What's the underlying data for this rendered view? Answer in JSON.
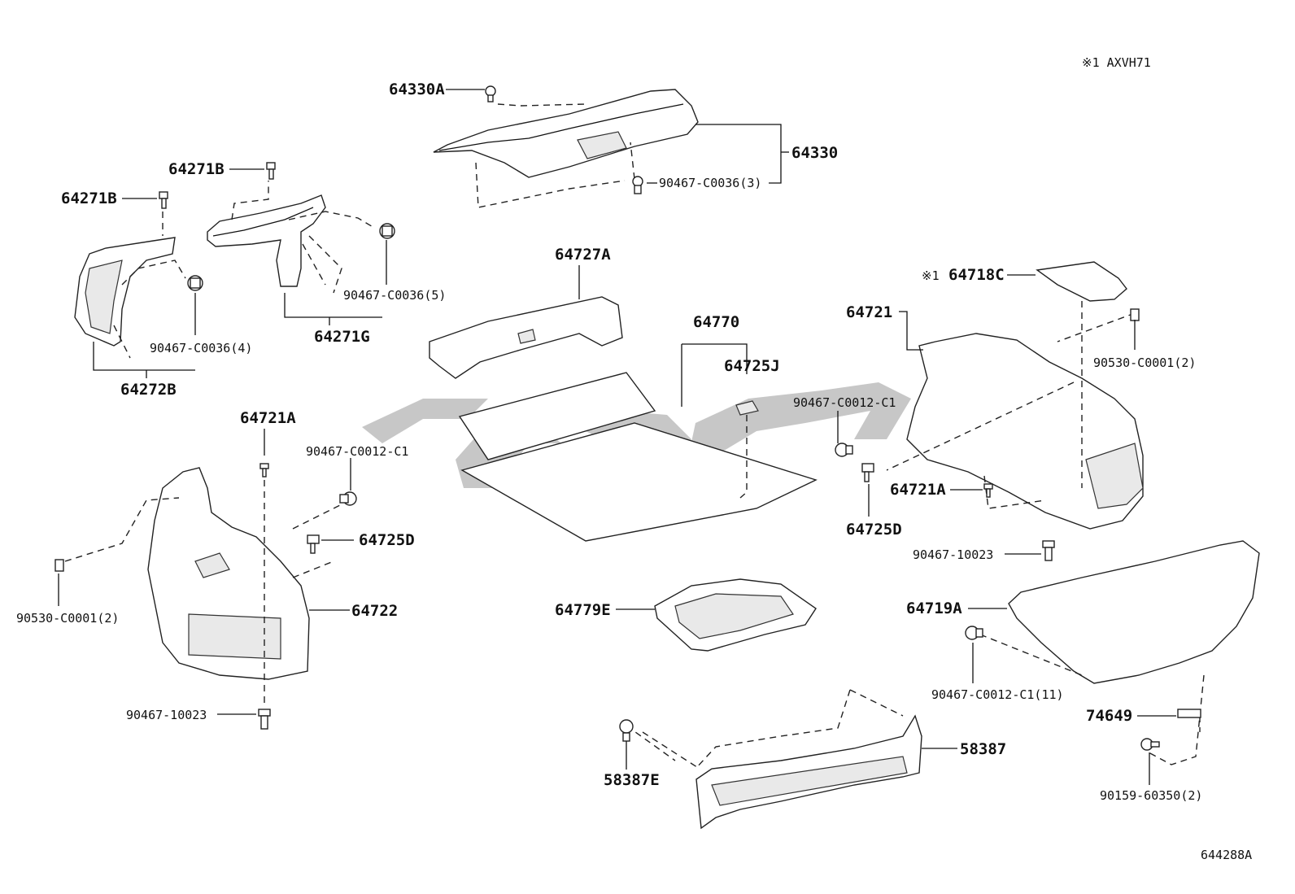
{
  "header_note": "※1 AXVH71",
  "footer_code": "644288A",
  "watermark_glyph": "logo",
  "labels": {
    "p64330A": "64330A",
    "p64330": "64330",
    "p64330_clip": "90467-C0036(3)",
    "p64271B_a": "64271B",
    "p64271B_b": "64271B",
    "p90467_c0036_5": "90467-C0036(5)",
    "p64271G": "64271G",
    "p90467_c0036_4": "90467-C0036(4)",
    "p64272B": "64272B",
    "p64727A": "64727A",
    "p64770": "64770",
    "p64725J": "64725J",
    "p64718C_mark": "※1",
    "p64718C": "64718C",
    "p64721": "64721",
    "p90530_right": "90530-C0001(2)",
    "p90467_c0012_right": "90467-C0012-C1",
    "p64721A_right": "64721A",
    "p64725D_right": "64725D",
    "p90467_10023_right": "90467-10023",
    "p64721A_left": "64721A",
    "p90467_c0012_left": "90467-C0012-C1",
    "p64725D_left": "64725D",
    "p90530_left": "90530-C0001(2)",
    "p64722": "64722",
    "p90467_10023_left": "90467-10023",
    "p64779E": "64779E",
    "p64719A": "64719A",
    "p90467_c0012_11": "90467-C0012-C1(11)",
    "p74649": "74649",
    "p58387": "58387",
    "p58387E": "58387E",
    "p90159": "90159-60350(2)"
  }
}
